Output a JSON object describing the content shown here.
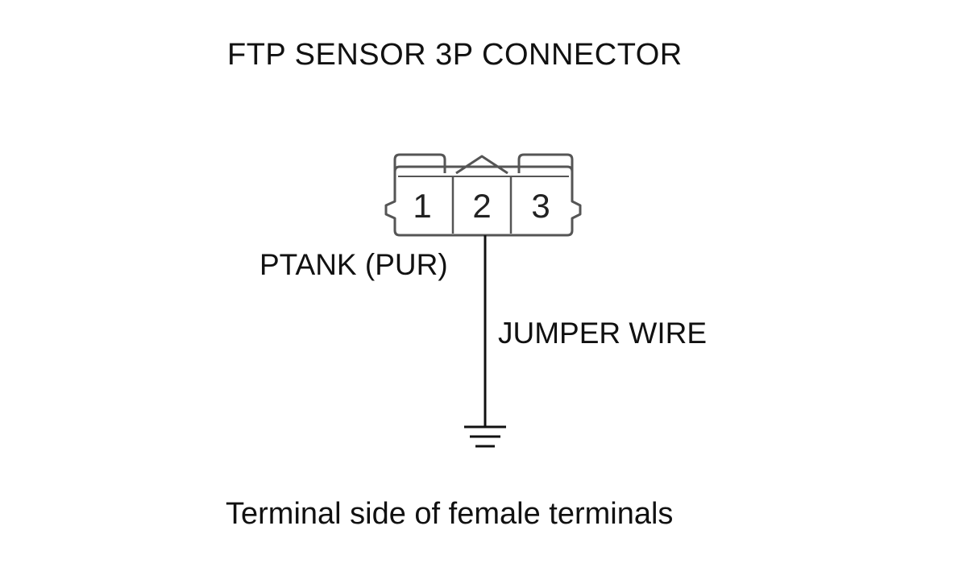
{
  "title": "FTP SENSOR 3P CONNECTOR",
  "connector": {
    "pins": [
      "1",
      "2",
      "3"
    ]
  },
  "labels": {
    "signal": "PTANK (PUR)",
    "wire": "JUMPER WIRE"
  },
  "caption": "Terminal side of female terminals",
  "colors": {
    "line": "#111111",
    "connector_outline": "#555555",
    "background": "#ffffff"
  },
  "icons": {
    "ground": "ground-symbol-icon"
  }
}
